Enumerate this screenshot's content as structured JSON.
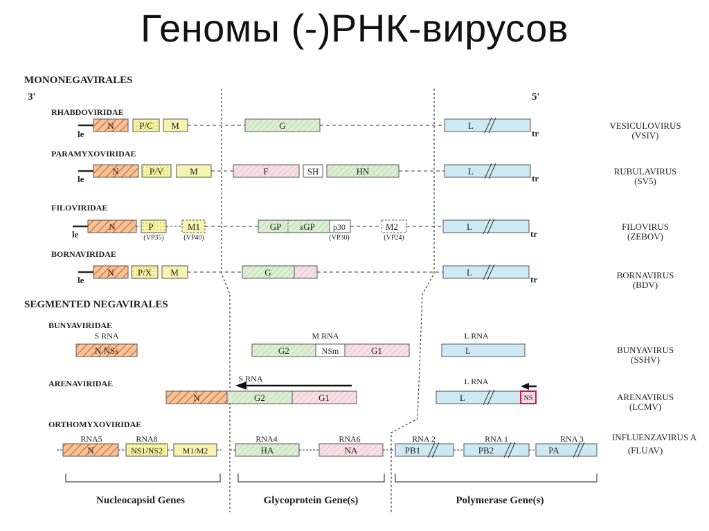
{
  "title": "Геномы (-)РНК-вирусов",
  "colors": {
    "nucleocapsid": "#f4b183",
    "nucleocapsid_hatch": "#e07a3e",
    "phosphoprotein": "#f7f3a8",
    "matrix": "#f7f3b0",
    "glycoprotein_green": "#d9ecd0",
    "glycoprotein_pink": "#f4dbe2",
    "polymerase": "#cde9f3",
    "ns_red": "#c2185b",
    "line": "#333333"
  },
  "section_mononegavirales": "MONONEGAVIRALES",
  "section_segmented": "SEGMENTED NEGAVIRALES",
  "end_3prime": "3′",
  "end_5prime": "5′",
  "family_rhabdo": "RHABDOVIRIDAE",
  "family_paramyxo": "PARAMYXOVIRIDAE",
  "family_filo": "FILOVIRIDAE",
  "family_borna": "BORNAVIRIDAE",
  "family_bunya": "BUNYAVIRIDAE",
  "family_arena": "ARENAVIRIDAE",
  "family_orthomyxo": "ORTHOMYXOVIRIDAE",
  "species_rhabdo_genus": "VESICULOVIRUS",
  "species_rhabdo_abbr": "(VSIV)",
  "species_paramyxo_genus": "RUBULAVIRUS",
  "species_paramyxo_abbr": "(SV5)",
  "species_filo_genus": "FILOVIRUS",
  "species_filo_abbr": "(ZEBOV)",
  "species_borna_genus": "BORNAVIRUS",
  "species_borna_abbr": "(BDV)",
  "species_bunya_genus": "BUNYAVIRUS",
  "species_bunya_abbr": "(SSHV)",
  "species_arena_genus": "ARENAVIRUS",
  "species_arena_abbr": "(LCMV)",
  "species_orthomyxo_genus": "INFLUENZAVIRUS A",
  "species_orthomyxo_abbr": "(FLUAV)",
  "label_le": "le",
  "label_tr": "tr",
  "gene_N": "N",
  "gene_PC": "P/C",
  "gene_M": "M",
  "gene_G": "G",
  "gene_L": "L",
  "gene_PV": "P/V",
  "gene_F": "F",
  "gene_SH": "SH",
  "gene_HN": "HN",
  "gene_P": "P",
  "gene_M1": "M1",
  "gene_GP": "GP",
  "gene_sGP": "sGP",
  "gene_p30": "p30",
  "gene_M2": "M2",
  "sub_VP35": "(VP35)",
  "sub_VP40": "(VP40)",
  "sub_VP30": "(VP30)",
  "sub_VP24": "(VP24)",
  "gene_PX": "P/X",
  "seg_S_RNA": "S RNA",
  "seg_M_RNA": "M RNA",
  "seg_L_RNA": "L RNA",
  "gene_NNSs": "N NSs",
  "gene_G2": "G2",
  "gene_NSm": "NSm",
  "gene_G1": "G1",
  "gene_NS": "NS",
  "seg_RNA5": "RNA5",
  "seg_RNA8": "RNA8",
  "seg_RNA4": "RNA4",
  "seg_RNA6": "RNA6",
  "seg_RNA2": "RNA 2",
  "seg_RNA1": "RNA 1",
  "seg_RNA3": "RNA 3",
  "gene_NS1NS2": "NS1/NS2",
  "gene_M1M2": "M1/M2",
  "gene_HA": "HA",
  "gene_NA": "NA",
  "gene_PB1": "PB1",
  "gene_PB2": "PB2",
  "gene_PA": "PA",
  "group_nucleocapsid": "Nucleocapsid Genes",
  "group_glycoprotein": "Glycoprotein Gene(s)",
  "group_polymerase": "Polymerase Gene(s)"
}
